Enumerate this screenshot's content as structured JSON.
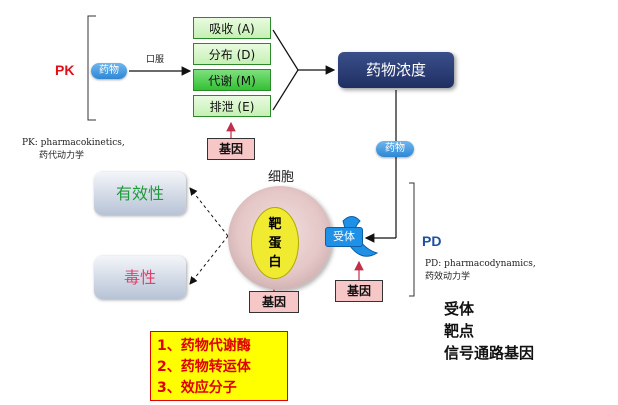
{
  "pk": {
    "label": "PK",
    "drug_pill": "药物",
    "oral": "口服",
    "desc_line1": "PK:  pharmacokinetics,",
    "desc_line2": "药代动力学"
  },
  "stages": [
    "吸收 (A)",
    "分布 (D)",
    "代谢 (M)",
    "排泄 (E)"
  ],
  "gene_label": "基因",
  "concentration": "药物浓度",
  "drug_pill_right": "药物",
  "cell": {
    "title": "细胞",
    "target_chars": [
      "靶",
      "蛋",
      "白"
    ],
    "receptor": "受体"
  },
  "effects": {
    "efficacy": "有效性",
    "toxicity": "毒性"
  },
  "pd": {
    "label": "PD",
    "desc_line1": "PD: pharmacodynamics,",
    "desc_line2": "药效动力学"
  },
  "list": [
    "1、药物代谢酶",
    "2、药物转运体",
    "3、效应分子"
  ],
  "right_list": [
    "受体",
    "靶点",
    "信号通路基因"
  ],
  "colors": {
    "pk": "#e0101a",
    "pd": "#1f4fa0",
    "effect_green": "#1f9a3a",
    "effect_red": "#e0406a",
    "stage_green_light": "#d8f7c8",
    "stage_green_dark": "#3ec83e",
    "list_bg": "#ffff00",
    "list_text": "#e00000"
  }
}
